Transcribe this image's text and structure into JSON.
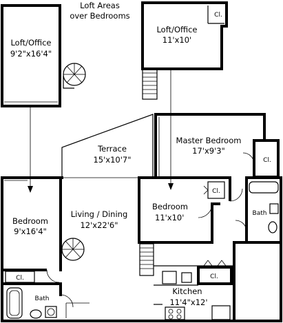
{
  "loft_note": {
    "line1": "Loft Areas",
    "line2": "over Bedrooms"
  },
  "rooms": {
    "loft_office_1": {
      "name": "Loft/Office",
      "dims": "9'2\"x16'4\""
    },
    "loft_office_2": {
      "name": "Loft/Office",
      "dims": "11'x10'"
    },
    "terrace": {
      "name": "Terrace",
      "dims": "15'x10'7\""
    },
    "master_bedroom": {
      "name": "Master Bedroom",
      "dims": "17'x9'3\""
    },
    "bedroom_left": {
      "name": "Bedroom",
      "dims": "9'x16'4\""
    },
    "living_dining": {
      "name": "Living / Dining",
      "dims": "12'x22'6\""
    },
    "bedroom_center": {
      "name": "Bedroom",
      "dims": "11'x10'"
    },
    "kitchen": {
      "name": "Kitchen",
      "dims": "11'4\"x12'"
    },
    "bath_left": {
      "name": "Bath"
    },
    "bath_right": {
      "name": "Bath"
    }
  },
  "closets": {
    "loft2": "Cl.",
    "master": "Cl.",
    "center": "Cl.",
    "left": "Cl.",
    "kitchen": "Cl."
  },
  "colors": {
    "ink": "#000000",
    "paper": "#ffffff"
  }
}
